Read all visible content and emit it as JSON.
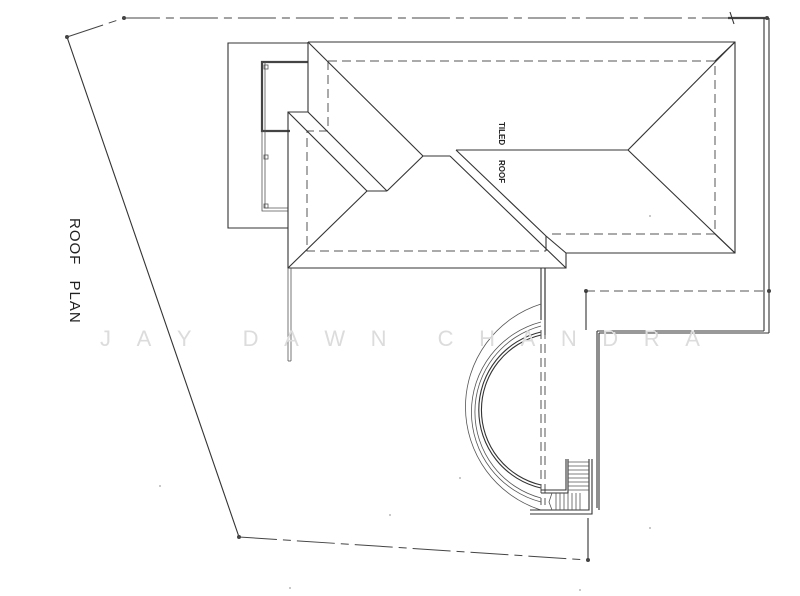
{
  "drawing": {
    "title": "ROOF PLAN",
    "roof_label_top": "TILED",
    "roof_label_bottom": "ROOF",
    "watermark": "JAY DAWN CHANDRA",
    "watermark_letters": [
      "J",
      "A",
      "Y",
      " ",
      "D",
      "A",
      "W",
      "N",
      " ",
      "C",
      "H",
      "A",
      "N",
      "D",
      "R",
      "A"
    ]
  },
  "colors": {
    "background": "#ffffff",
    "line": "#333333",
    "watermark": "#dcdcdc"
  }
}
